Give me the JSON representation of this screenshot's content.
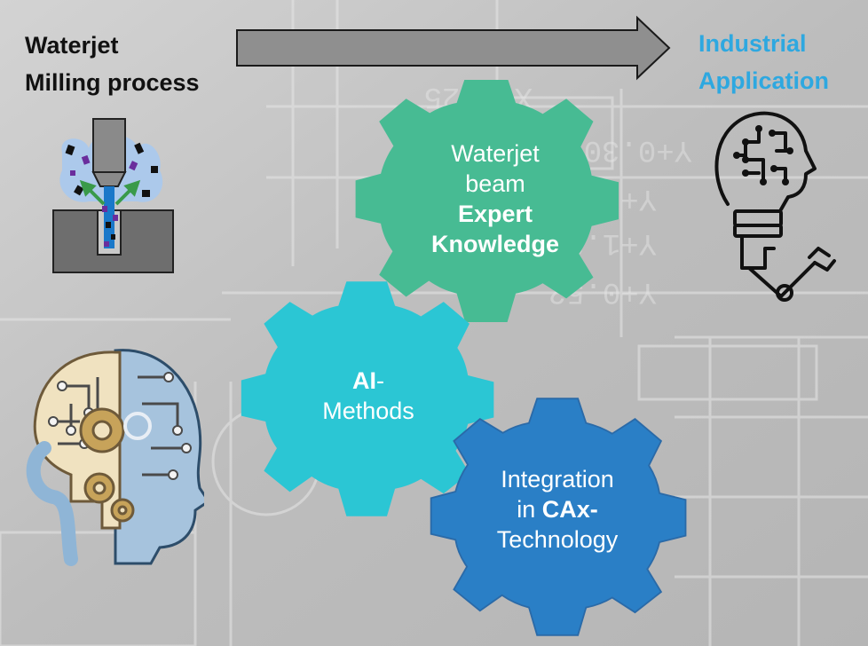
{
  "process": {
    "line1": "Waterjet",
    "line2": "Milling process"
  },
  "application": {
    "line1": "Industrial",
    "line2": "Application"
  },
  "gears": {
    "expert": {
      "line1": "Waterjet",
      "line2": "beam",
      "line3": "Expert",
      "line4": "Knowledge",
      "color": "#47bb93"
    },
    "ai": {
      "bold": "AI",
      "rest": "-",
      "line2": "Methods",
      "color": "#2bc6d4"
    },
    "cax": {
      "line1": "Integration",
      "line2_pre": "in ",
      "line2_bold": "CAx-",
      "line3": "Technology",
      "color": "#2a7fc6"
    }
  },
  "colors": {
    "accent_blue": "#2ea8e0",
    "arrow_fill": "#8f8f8f"
  },
  "icons": [
    "waterjet-nozzle-icon",
    "robot-head-arm-icon",
    "ai-brain-head-icon",
    "process-arrow"
  ]
}
